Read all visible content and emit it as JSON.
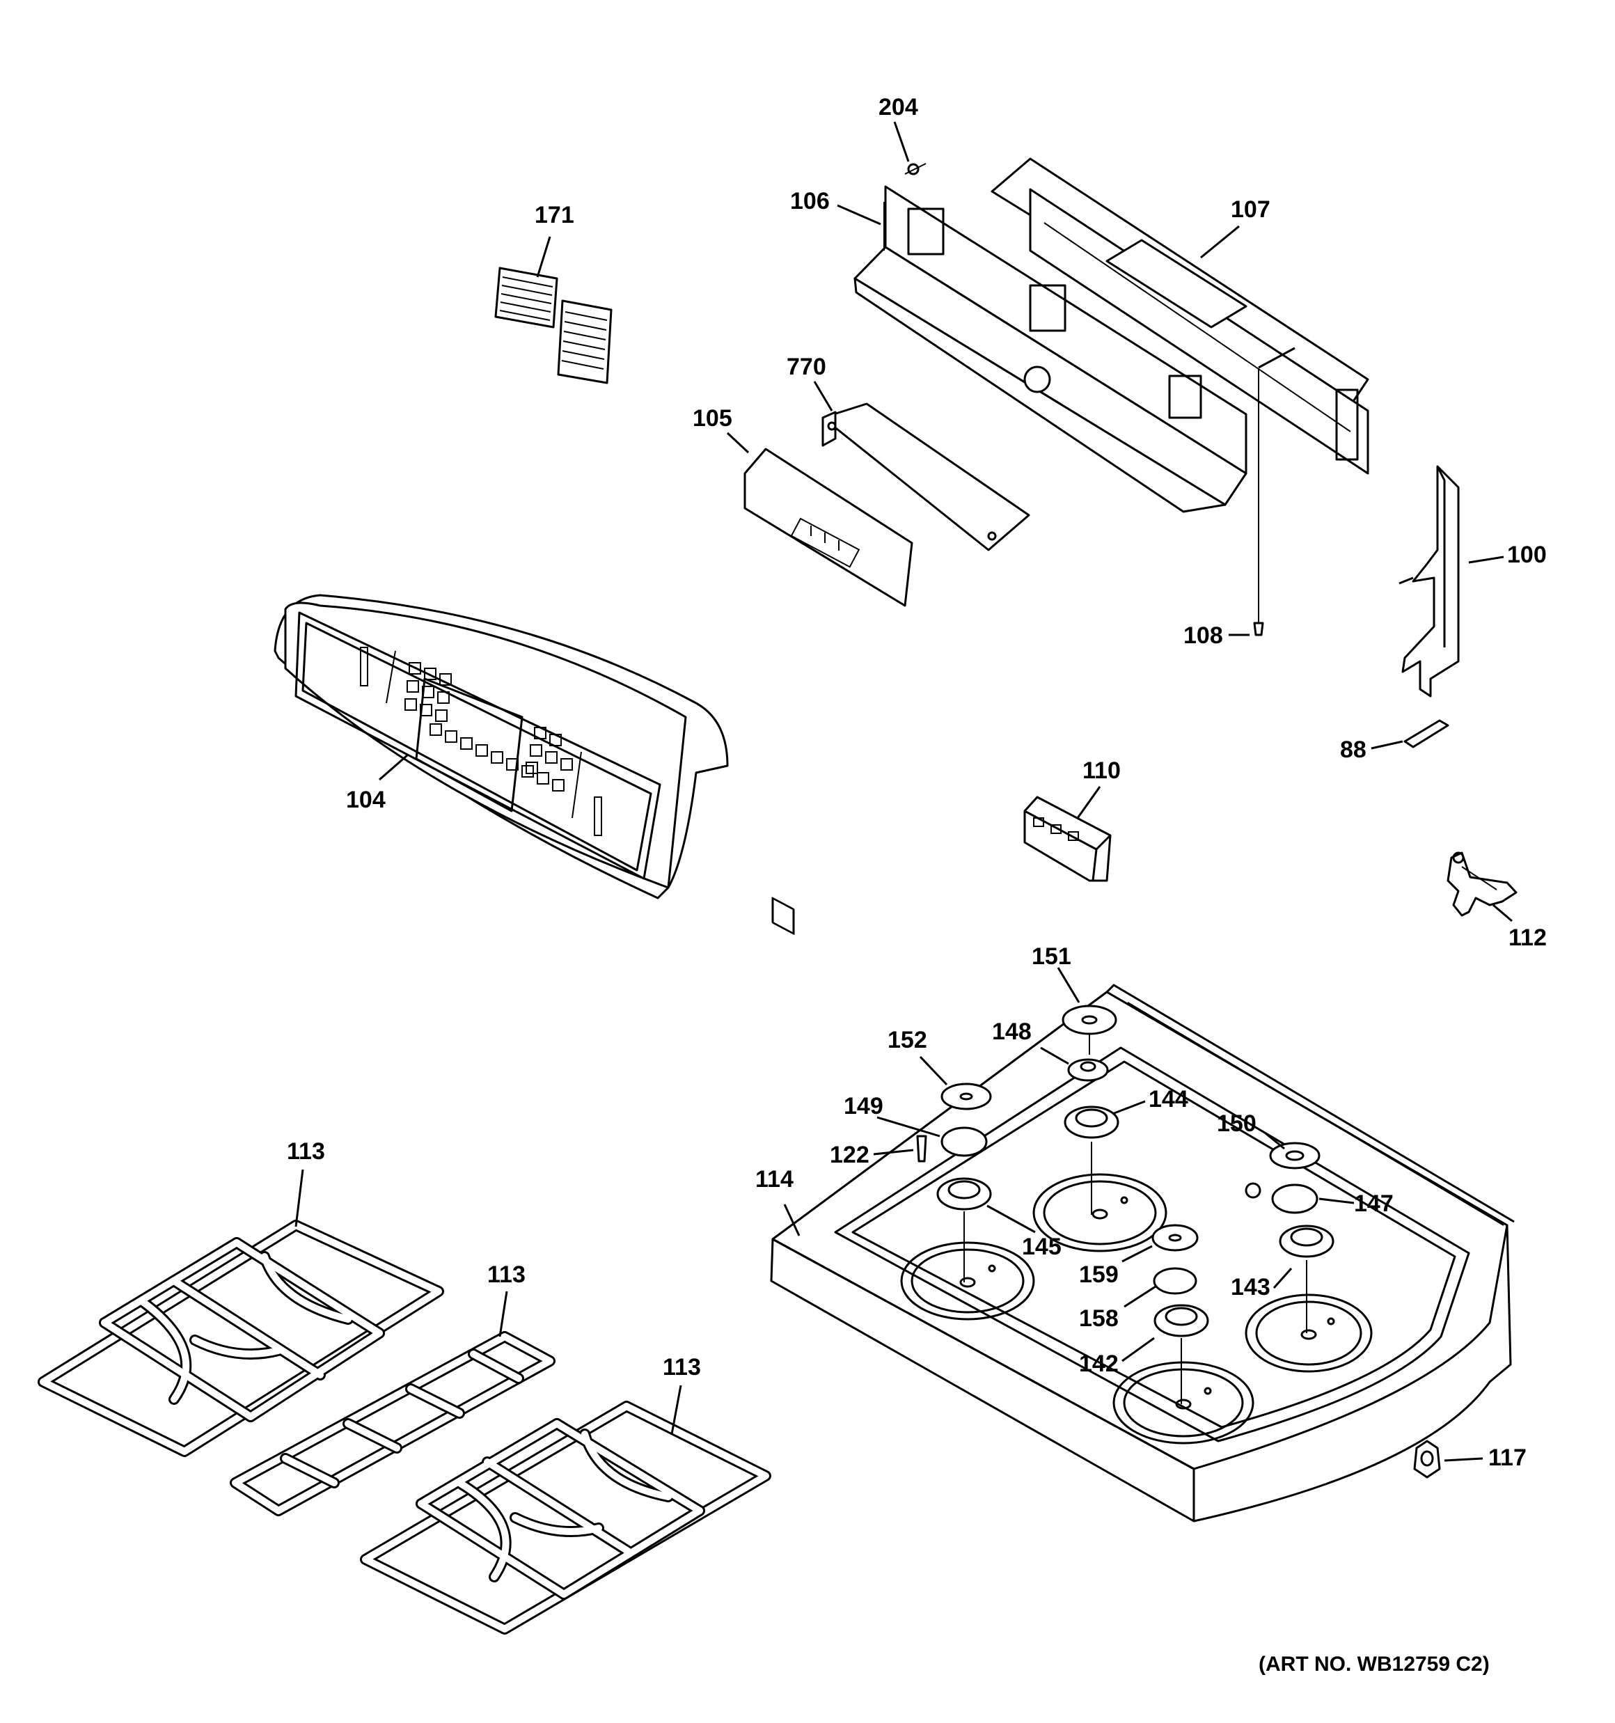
{
  "labels": {
    "p204": "204",
    "p106": "106",
    "p107": "107",
    "p171": "171",
    "p770": "770",
    "p105": "105",
    "p100": "100",
    "p108": "108",
    "p88": "88",
    "p104": "104",
    "p110": "110",
    "p112": "112",
    "p151": "151",
    "p148": "148",
    "p152": "152",
    "p144": "144",
    "p149": "149",
    "p150": "150",
    "p122": "122",
    "p114": "114",
    "p147": "147",
    "p145": "145",
    "p159": "159",
    "p143": "143",
    "p158": "158",
    "p142": "142",
    "p117": "117",
    "p113_left": "113",
    "p113_mid": "113",
    "p113_right": "113"
  },
  "art_number": "(ART NO. WB12759 C2)"
}
